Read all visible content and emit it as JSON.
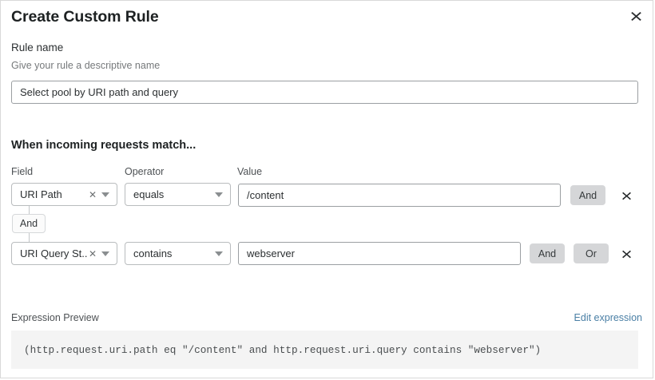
{
  "dialog": {
    "title": "Create Custom Rule",
    "close_icon": "close-icon"
  },
  "rule_name": {
    "label": "Rule name",
    "description": "Give your rule a descriptive name",
    "value": "Select pool by URI path and query",
    "placeholder": "Select pool by URI path and query"
  },
  "conditions": {
    "heading": "When incoming requests match...",
    "columns": {
      "field": "Field",
      "operator": "Operator",
      "value": "Value"
    },
    "connector": {
      "label": "And"
    },
    "rows": [
      {
        "field": "URI Path",
        "operator": "equals",
        "value": "/content",
        "buttons": [
          "And"
        ],
        "remove_icon": "close-icon"
      },
      {
        "field": "URI Query St...",
        "operator": "contains",
        "value": "webserver",
        "buttons": [
          "And",
          "Or"
        ],
        "remove_icon": "close-icon"
      }
    ]
  },
  "expression_preview": {
    "label": "Expression Preview",
    "edit_link": "Edit expression",
    "code": "(http.request.uri.path eq \"/content\" and http.request.uri.query contains \"webserver\")"
  },
  "colors": {
    "link": "#4a7fa5",
    "pill_bg": "#d5d6d8",
    "code_bg": "#f4f4f4",
    "border": "#b9bcbe"
  }
}
